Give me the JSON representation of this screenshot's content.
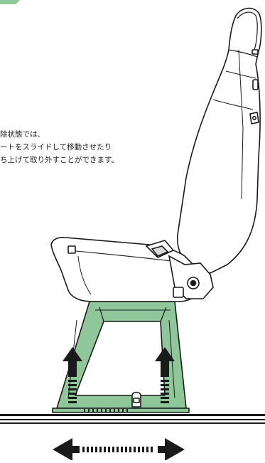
{
  "caption": {
    "lines": [
      "除状態では、",
      "ートをスライドして移動させたり",
      "ち上げて取り外すことができます。"
    ]
  },
  "colors": {
    "accent_green": "#8fc79a",
    "outline": "#1a1a1a",
    "seat_fill": "#ffffff"
  },
  "icons": {
    "lift_arrows": "arrow-up",
    "slide_arrow": "double-headed-horizontal-arrow"
  }
}
